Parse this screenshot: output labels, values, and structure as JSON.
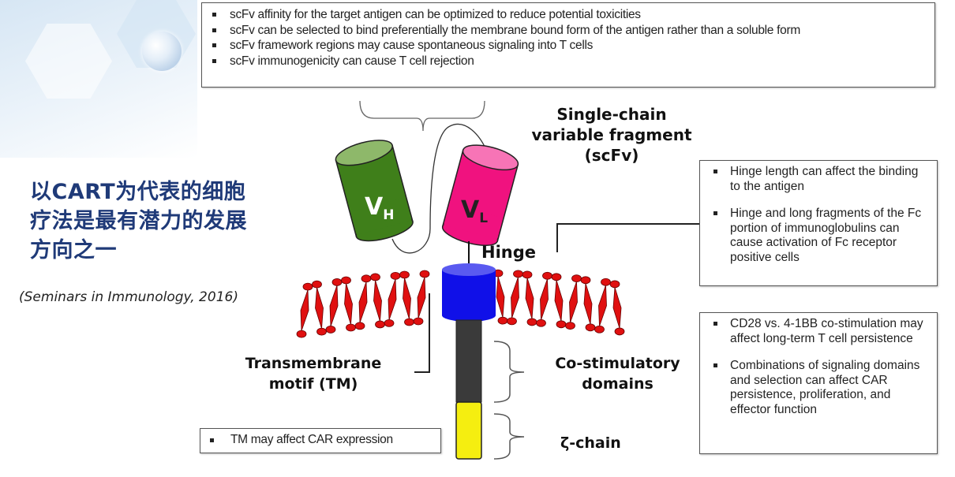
{
  "headline": "以CART为代表的细胞疗法是最有潜力的发展方向之一",
  "citation": "(Seminars in Immunology, 2016)",
  "diagram": {
    "scfv_label_lines": [
      "Single-chain",
      "variable fragment",
      "(scFv)"
    ],
    "vh_label": "V",
    "vh_sub": "H",
    "vl_label": "V",
    "vl_sub": "L",
    "hinge_label": "Hinge",
    "tm_label_lines": [
      "Transmembrane",
      "motif (TM)"
    ],
    "costim_label_lines": [
      "Co-stimulatory",
      "domains"
    ],
    "zeta_label": "ζ-chain",
    "colors": {
      "vh": "#3f7f1a",
      "vl": "#f0127f",
      "transmembrane": "#1010e8",
      "costim": "#3a3a3a",
      "zeta": "#f5ee10",
      "lipid": "#e01010"
    }
  },
  "boxes": {
    "scfv": [
      "scFv affinity for the target antigen can be optimized  to reduce potential toxicities",
      "scFv can be selected to bind preferentially the membrane bound form of the antigen rather than a soluble form",
      "scFv framework regions may cause spontaneous signaling into T cells",
      "scFv immunogenicity can cause T cell rejection"
    ],
    "hinge": [
      "Hinge length can affect the binding to the antigen",
      "Hinge and long fragments of the Fc portion of immunoglobulins can cause activation of Fc receptor positive cells"
    ],
    "costim": [
      "CD28 vs. 4-1BB co-stimulation may affect long-term T cell persistence",
      "Combinations of signaling domains and selection can affect CAR persistence, proliferation, and effector function"
    ],
    "tm": [
      "TM may affect CAR expression"
    ]
  }
}
